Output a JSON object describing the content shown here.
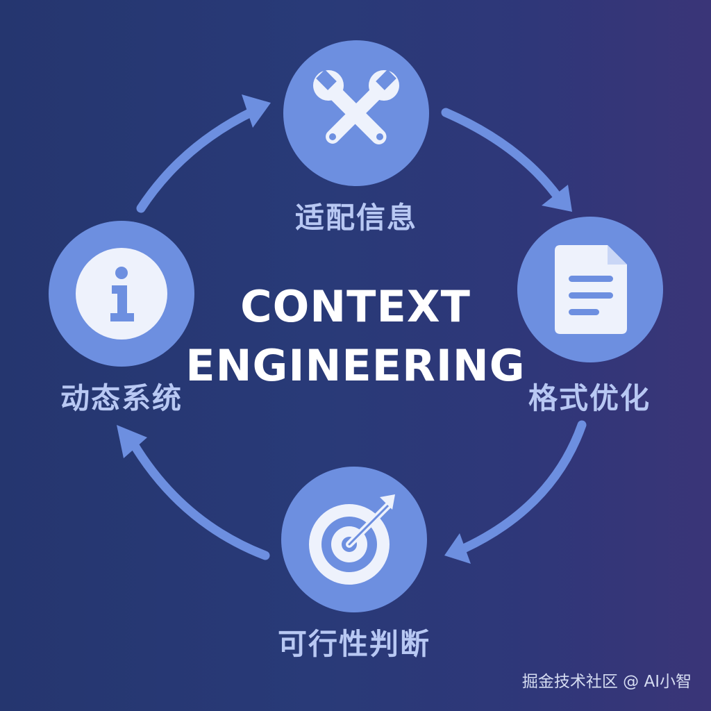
{
  "title": {
    "line1": "CONTEXT",
    "line2": "ENGINEERING"
  },
  "nodes": [
    {
      "label": "适配信息",
      "icon": "wrench-screwdriver-icon"
    },
    {
      "label": "格式优化",
      "icon": "document-icon"
    },
    {
      "label": "可行性判断",
      "icon": "target-icon"
    },
    {
      "label": "动态系统",
      "icon": "info-icon"
    }
  ],
  "watermark": "掘金技术社区 @ AI小智",
  "colors": {
    "background": "#293a78",
    "node_fill": "#6d8fe0",
    "arrow": "#6d8fe0",
    "label": "#b8c8f3",
    "icon": "#eef2fc"
  }
}
